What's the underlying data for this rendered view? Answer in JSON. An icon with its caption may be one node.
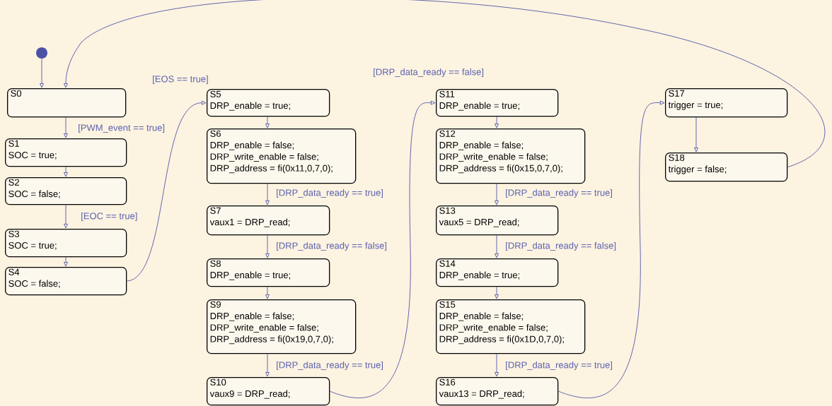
{
  "diagram": {
    "nodes": [
      {
        "text": [],
        "shape": "circle"
      },
      {
        "text": [
          "S0"
        ]
      },
      {
        "text": [
          "S1",
          "SOC = true;"
        ]
      },
      {
        "text": [
          "S2",
          "SOC = false;"
        ]
      },
      {
        "text": [
          "S3",
          "SOC = true;"
        ]
      },
      {
        "text": [
          "S4",
          "SOC = false;"
        ]
      },
      {
        "text": [
          "S5",
          "DRP_enable = true;"
        ]
      },
      {
        "text": [
          "S6",
          "DRP_enable = false;",
          "DRP_write_enable = false;",
          "DRP_address = fi(0x11,0,7,0);"
        ]
      },
      {
        "text": [
          "S7",
          "vaux1 = DRP_read;"
        ]
      },
      {
        "text": [
          "S8",
          "DRP_enable = true;"
        ]
      },
      {
        "text": [
          "S9",
          "DRP_enable = false;",
          "DRP_write_enable = false;",
          "DRP_address = fi(0x19,0,7,0);"
        ]
      },
      {
        "text": [
          "S10",
          "vaux9 = DRP_read;"
        ]
      },
      {
        "text": [
          "S11",
          "DRP_enable = true;"
        ]
      },
      {
        "text": [
          "S12",
          "DRP_enable = false;",
          "DRP_write_enable = false;",
          "DRP_address = fi(0x15,0,7,0);"
        ]
      },
      {
        "text": [
          "S13",
          "vaux5 = DRP_read;"
        ]
      },
      {
        "text": [
          "S14",
          "DRP_enable = true;"
        ]
      },
      {
        "text": [
          "S15",
          "DRP_enable = false;",
          "DRP_write_enable = false;",
          "DRP_address = fi(0x1D,0,7,0);"
        ]
      },
      {
        "text": [
          "S16",
          "vaux13 = DRP_read;"
        ]
      },
      {
        "text": [
          "S17",
          "trigger = true;"
        ]
      },
      {
        "text": [
          "S18",
          "trigger = false;"
        ]
      }
    ],
    "edges": [
      {
        "from": 0,
        "to": 1,
        "arrow": "to"
      },
      {
        "from": 1,
        "to": 2,
        "arrow": "to",
        "label": "[PWM_event == true]"
      },
      {
        "from": 2,
        "to": 3,
        "arrow": "to"
      },
      {
        "from": 3,
        "to": 4,
        "arrow": "to",
        "label": "[EOC == true]"
      },
      {
        "from": 4,
        "to": 5,
        "arrow": "to"
      },
      {
        "from": 5,
        "to": 6,
        "arrow": "to",
        "label": "[EOS == true]"
      },
      {
        "from": 6,
        "to": 7,
        "arrow": "to"
      },
      {
        "from": 7,
        "to": 8,
        "arrow": "to",
        "label": "[DRP_data_ready == true]"
      },
      {
        "from": 8,
        "to": 9,
        "arrow": "to",
        "label": "[DRP_data_ready == false]"
      },
      {
        "from": 9,
        "to": 10,
        "arrow": "to"
      },
      {
        "from": 10,
        "to": 11,
        "arrow": "to",
        "label": "[DRP_data_ready == true]"
      },
      {
        "from": 11,
        "to": 12,
        "arrow": "to",
        "label": "[DRP_data_ready == false]"
      },
      {
        "from": 12,
        "to": 13,
        "arrow": "to"
      },
      {
        "from": 13,
        "to": 14,
        "arrow": "to",
        "label": "[DRP_data_ready == true]"
      },
      {
        "from": 14,
        "to": 15,
        "arrow": "to",
        "label": "[DRP_data_ready == false]"
      },
      {
        "from": 15,
        "to": 16,
        "arrow": "to"
      },
      {
        "from": 16,
        "to": 17,
        "arrow": "to",
        "label": "[DRP_data_ready == true]"
      },
      {
        "from": 17,
        "to": 18,
        "arrow": "to"
      },
      {
        "from": 18,
        "to": 19,
        "arrow": "to"
      },
      {
        "from": 19,
        "to": 1,
        "arrow": "to"
      }
    ]
  }
}
